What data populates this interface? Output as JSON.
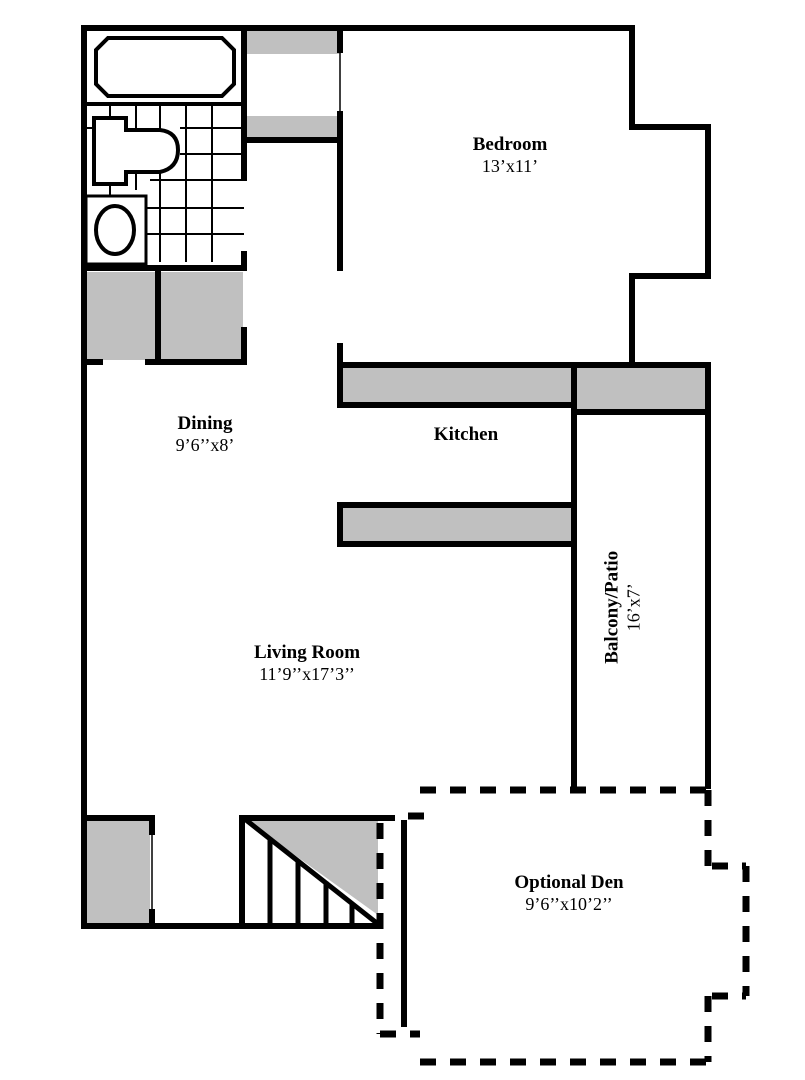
{
  "floor_plan": {
    "colors": {
      "wall": "#000000",
      "fill": "#c0c0c0",
      "background": "#ffffff"
    },
    "rooms": [
      {
        "id": "bedroom",
        "name": "Bedroom",
        "dimensions": "13’x11’"
      },
      {
        "id": "dining",
        "name": "Dining",
        "dimensions": "9’6’’x8’"
      },
      {
        "id": "kitchen",
        "name": "Kitchen",
        "dimensions": ""
      },
      {
        "id": "balcony",
        "name": "Balcony/Patio",
        "dimensions": "16’x7’"
      },
      {
        "id": "living",
        "name": "Living Room",
        "dimensions": "11’9’’x17’3’’"
      },
      {
        "id": "den",
        "name": "Optional Den",
        "dimensions": "9’6’’x10’2’’"
      }
    ],
    "fixtures": [
      "bathtub",
      "toilet",
      "sink",
      "closets",
      "kitchen-counters",
      "staircase"
    ]
  }
}
